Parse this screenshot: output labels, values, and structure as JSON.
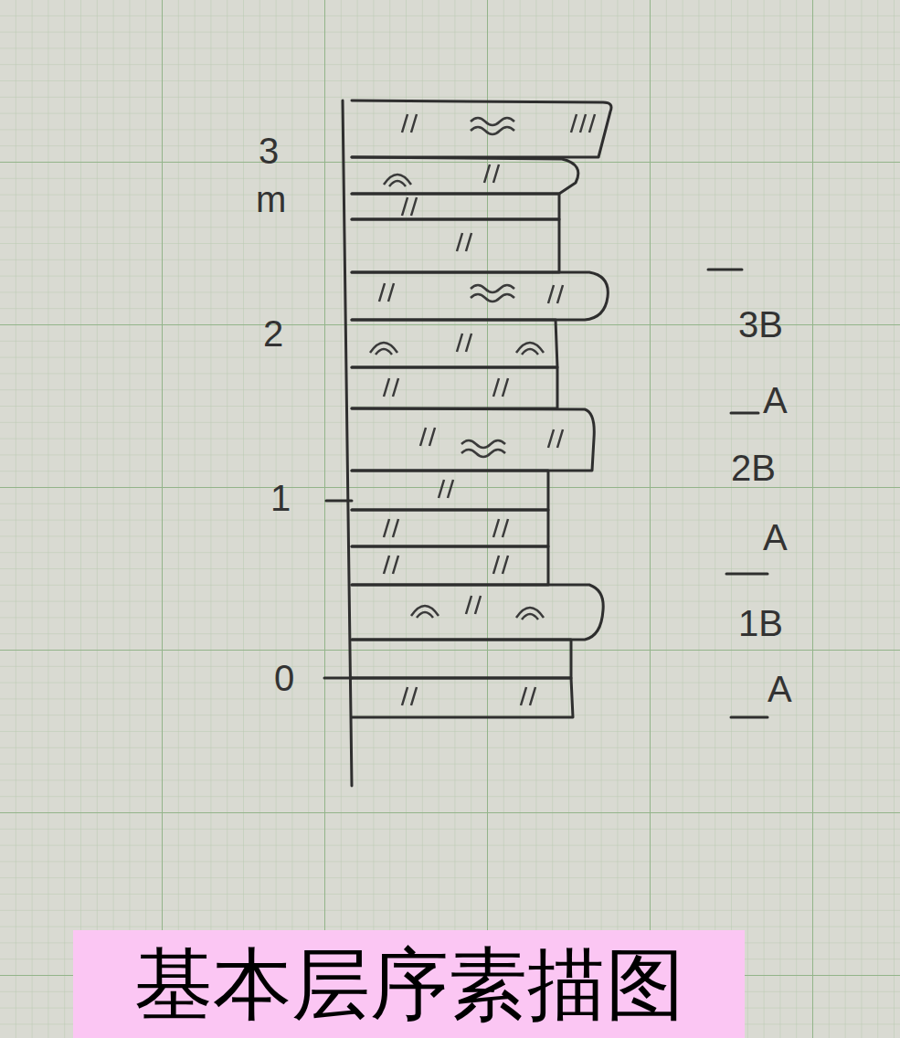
{
  "diagram": {
    "nodes": [
      {
        "text": [
          "基本层序素描图"
        ]
      }
    ],
    "labels": [
      "3",
      "m",
      "2",
      "1",
      "0",
      "3B",
      "A",
      "2B",
      "A",
      "1B",
      "A"
    ]
  }
}
